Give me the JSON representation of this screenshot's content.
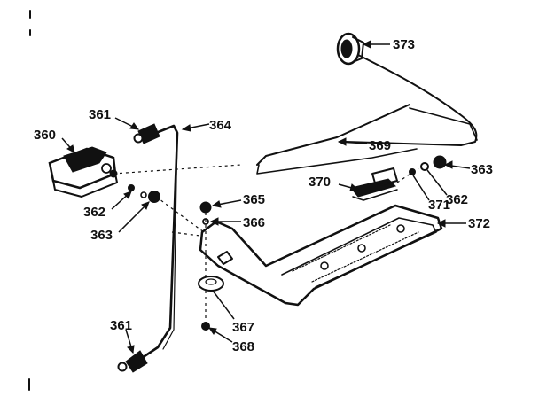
{
  "diagram": {
    "colors": {
      "ink": "#111111",
      "paper": "#ffffff"
    },
    "callouts": [
      {
        "id": "360",
        "label": "360"
      },
      {
        "id": "361a",
        "label": "361"
      },
      {
        "id": "361b",
        "label": "361"
      },
      {
        "id": "362a",
        "label": "362"
      },
      {
        "id": "362b",
        "label": "362"
      },
      {
        "id": "363a",
        "label": "363"
      },
      {
        "id": "363b",
        "label": "363"
      },
      {
        "id": "364",
        "label": "364"
      },
      {
        "id": "365",
        "label": "365"
      },
      {
        "id": "366",
        "label": "366"
      },
      {
        "id": "367",
        "label": "367"
      },
      {
        "id": "368",
        "label": "368"
      },
      {
        "id": "369",
        "label": "369"
      },
      {
        "id": "370",
        "label": "370"
      },
      {
        "id": "371",
        "label": "371"
      },
      {
        "id": "372",
        "label": "372"
      },
      {
        "id": "373",
        "label": "373"
      }
    ]
  }
}
